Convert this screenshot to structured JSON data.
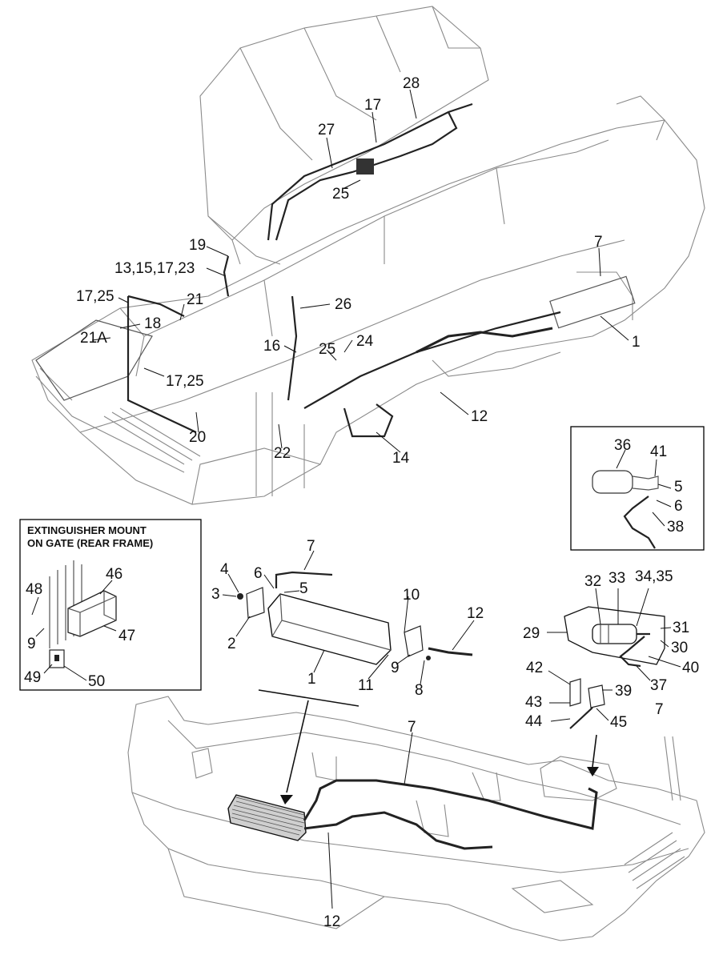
{
  "inset_extinguisher": {
    "title_line1": "EXTINGUISHER MOUNT",
    "title_line2": "ON GATE (REAR FRAME)",
    "labels": {
      "n46": "46",
      "n47": "47",
      "n48": "48",
      "n9": "9",
      "n49": "49",
      "n50": "50"
    }
  },
  "inset_cylinder": {
    "labels": {
      "n36": "36",
      "n41": "41",
      "n5": "5",
      "n6": "6",
      "n38": "38"
    }
  },
  "upper_assembly": {
    "labels": {
      "n28": "28",
      "n17": "17",
      "n27": "27",
      "n25a": "25",
      "n19": "19",
      "n13": "13,15,17,23",
      "n17_25a": "17,25",
      "n21": "21",
      "n18": "18",
      "n21A": "21A",
      "n26": "26",
      "n16": "16",
      "n25b": "25",
      "n24": "24",
      "n17_25b": "17,25",
      "n7": "7",
      "n1": "1",
      "n12": "12",
      "n14": "14",
      "n20": "20",
      "n22": "22"
    }
  },
  "exploded_cylinder": {
    "labels": {
      "n7": "7",
      "n4": "4",
      "n6": "6",
      "n3": "3",
      "n5": "5",
      "n10": "10",
      "n12": "12",
      "n2": "2",
      "n1": "1",
      "n11": "11",
      "n9": "9",
      "n8": "8"
    }
  },
  "exploded_actuator": {
    "labels": {
      "n32": "32",
      "n33": "33",
      "n34": "34,35",
      "n29": "29",
      "n31": "31",
      "n30": "30",
      "n40": "40",
      "n37": "37",
      "n42": "42",
      "n39": "39",
      "n43": "43",
      "n44": "44",
      "n45": "45",
      "n7": "7"
    }
  },
  "lower_frame": {
    "labels": {
      "n7": "7",
      "n12": "12"
    }
  }
}
